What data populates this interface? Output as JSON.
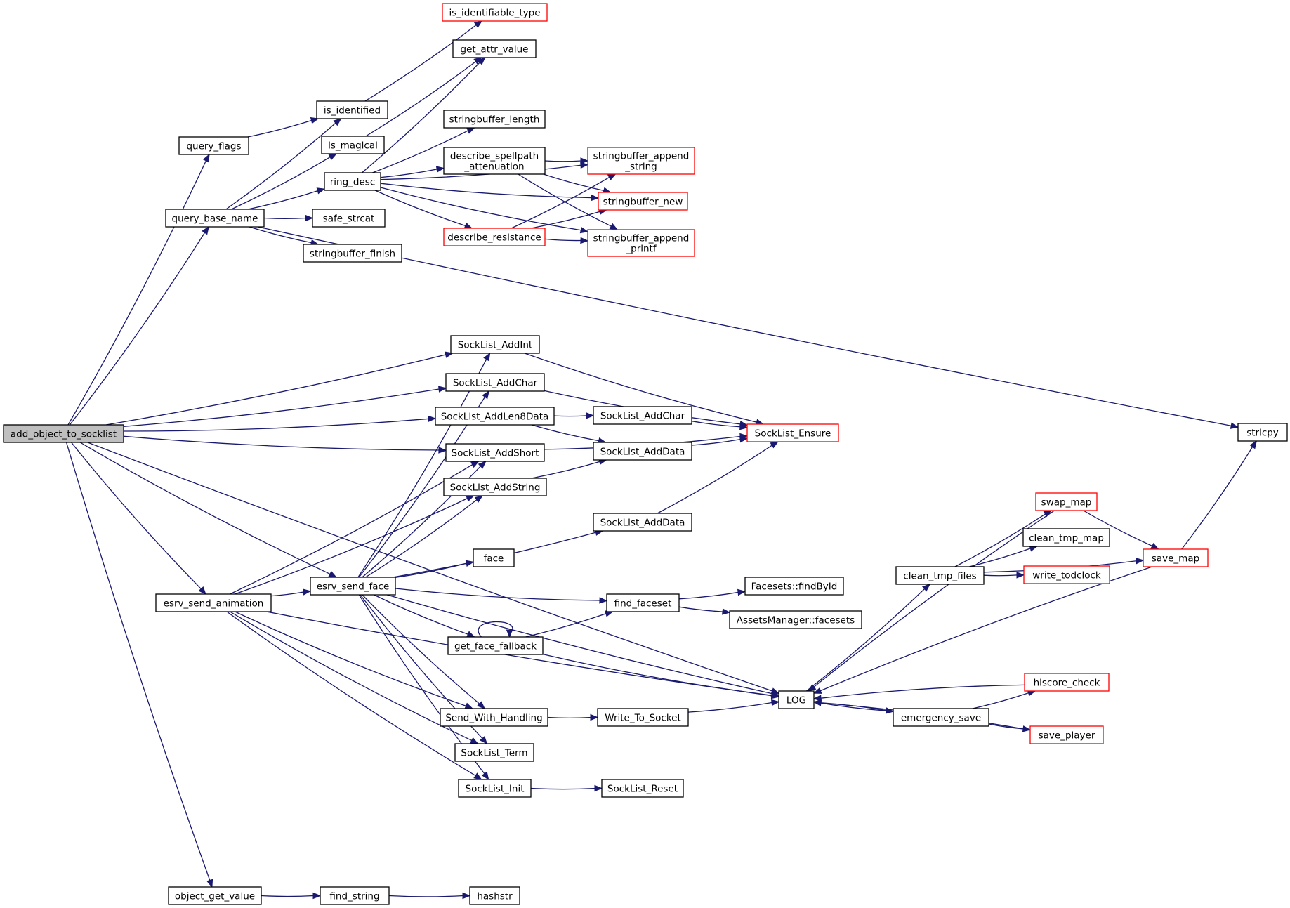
{
  "diagram": {
    "type": "call-graph",
    "nodes": [
      {
        "id": "add_object_to_socklist",
        "lines": [
          "add_object_to_socklist"
        ],
        "style": "root"
      },
      {
        "id": "query_flags",
        "lines": [
          "query_flags"
        ],
        "style": "normal"
      },
      {
        "id": "query_base_name",
        "lines": [
          "query_base_name"
        ],
        "style": "normal"
      },
      {
        "id": "esrv_send_animation",
        "lines": [
          "esrv_send_animation"
        ],
        "style": "normal"
      },
      {
        "id": "object_get_value",
        "lines": [
          "object_get_value"
        ],
        "style": "normal"
      },
      {
        "id": "is_identified",
        "lines": [
          "is_identified"
        ],
        "style": "normal"
      },
      {
        "id": "is_magical",
        "lines": [
          "is_magical"
        ],
        "style": "normal"
      },
      {
        "id": "ring_desc",
        "lines": [
          "ring_desc"
        ],
        "style": "normal"
      },
      {
        "id": "safe_strcat",
        "lines": [
          "safe_strcat"
        ],
        "style": "normal"
      },
      {
        "id": "stringbuffer_finish",
        "lines": [
          "stringbuffer_finish"
        ],
        "style": "normal"
      },
      {
        "id": "esrv_send_face",
        "lines": [
          "esrv_send_face"
        ],
        "style": "normal"
      },
      {
        "id": "find_string",
        "lines": [
          "find_string"
        ],
        "style": "normal"
      },
      {
        "id": "is_identifiable_type",
        "lines": [
          "is_identifiable_type"
        ],
        "style": "red"
      },
      {
        "id": "get_attr_value",
        "lines": [
          "get_attr_value"
        ],
        "style": "normal"
      },
      {
        "id": "stringbuffer_length",
        "lines": [
          "stringbuffer_length"
        ],
        "style": "normal"
      },
      {
        "id": "describe_spellpath_attenuation",
        "lines": [
          "describe_spellpath",
          "_attenuation"
        ],
        "style": "normal"
      },
      {
        "id": "describe_resistance",
        "lines": [
          "describe_resistance"
        ],
        "style": "red"
      },
      {
        "id": "SockList_AddInt",
        "lines": [
          "SockList_AddInt"
        ],
        "style": "normal"
      },
      {
        "id": "SockList_AddChar",
        "lines": [
          "SockList_AddChar"
        ],
        "style": "normal"
      },
      {
        "id": "SockList_AddLen8Data",
        "lines": [
          "SockList_AddLen8Data"
        ],
        "style": "normal"
      },
      {
        "id": "SockList_AddShort",
        "lines": [
          "SockList_AddShort"
        ],
        "style": "normal"
      },
      {
        "id": "SockList_AddString",
        "lines": [
          "SockList_AddString"
        ],
        "style": "normal"
      },
      {
        "id": "face",
        "lines": [
          "face"
        ],
        "style": "normal"
      },
      {
        "id": "get_face_fallback",
        "lines": [
          "get_face_fallback"
        ],
        "style": "normal"
      },
      {
        "id": "Send_With_Handling",
        "lines": [
          "Send_With_Handling"
        ],
        "style": "normal"
      },
      {
        "id": "SockList_Term",
        "lines": [
          "SockList_Term"
        ],
        "style": "normal"
      },
      {
        "id": "SockList_Init",
        "lines": [
          "SockList_Init"
        ],
        "style": "normal"
      },
      {
        "id": "hashstr",
        "lines": [
          "hashstr"
        ],
        "style": "normal"
      },
      {
        "id": "stringbuffer_append_string",
        "lines": [
          "stringbuffer_append",
          "_string"
        ],
        "style": "red"
      },
      {
        "id": "stringbuffer_new",
        "lines": [
          "stringbuffer_new"
        ],
        "style": "red"
      },
      {
        "id": "stringbuffer_append_printf",
        "lines": [
          "stringbuffer_append",
          "_printf"
        ],
        "style": "red"
      },
      {
        "id": "SockList_AddChar_2",
        "lines": [
          "SockList_AddChar"
        ],
        "style": "normal"
      },
      {
        "id": "SockList_AddData",
        "lines": [
          "SockList_AddData"
        ],
        "style": "normal"
      },
      {
        "id": "SockList_AddData_2",
        "lines": [
          "SockList_AddData"
        ],
        "style": "normal"
      },
      {
        "id": "find_faceset",
        "lines": [
          "find_faceset"
        ],
        "style": "normal"
      },
      {
        "id": "Write_To_Socket",
        "lines": [
          "Write_To_Socket"
        ],
        "style": "normal"
      },
      {
        "id": "SockList_Reset",
        "lines": [
          "SockList_Reset"
        ],
        "style": "normal"
      },
      {
        "id": "SockList_Ensure",
        "lines": [
          "SockList_Ensure"
        ],
        "style": "red"
      },
      {
        "id": "Facesets_findById",
        "lines": [
          "Facesets::findById"
        ],
        "style": "normal"
      },
      {
        "id": "AssetsManager_facesets",
        "lines": [
          "AssetsManager::facesets"
        ],
        "style": "normal"
      },
      {
        "id": "LOG",
        "lines": [
          "LOG"
        ],
        "style": "normal"
      },
      {
        "id": "clean_tmp_files",
        "lines": [
          "clean_tmp_files"
        ],
        "style": "normal"
      },
      {
        "id": "emergency_save",
        "lines": [
          "emergency_save"
        ],
        "style": "normal"
      },
      {
        "id": "swap_map",
        "lines": [
          "swap_map"
        ],
        "style": "red"
      },
      {
        "id": "clean_tmp_map",
        "lines": [
          "clean_tmp_map"
        ],
        "style": "normal"
      },
      {
        "id": "write_todclock",
        "lines": [
          "write_todclock"
        ],
        "style": "red"
      },
      {
        "id": "hiscore_check",
        "lines": [
          "hiscore_check"
        ],
        "style": "red"
      },
      {
        "id": "save_player",
        "lines": [
          "save_player"
        ],
        "style": "red"
      },
      {
        "id": "save_map",
        "lines": [
          "save_map"
        ],
        "style": "red"
      },
      {
        "id": "strlcpy",
        "lines": [
          "strlcpy"
        ],
        "style": "normal"
      }
    ],
    "edges": [
      {
        "from": "add_object_to_socklist",
        "to": "query_flags"
      },
      {
        "from": "add_object_to_socklist",
        "to": "query_base_name"
      },
      {
        "from": "add_object_to_socklist",
        "to": "SockList_AddInt"
      },
      {
        "from": "add_object_to_socklist",
        "to": "SockList_AddChar"
      },
      {
        "from": "add_object_to_socklist",
        "to": "SockList_AddLen8Data"
      },
      {
        "from": "add_object_to_socklist",
        "to": "SockList_AddShort"
      },
      {
        "from": "add_object_to_socklist",
        "to": "esrv_send_face"
      },
      {
        "from": "add_object_to_socklist",
        "to": "esrv_send_animation"
      },
      {
        "from": "add_object_to_socklist",
        "to": "LOG"
      },
      {
        "from": "add_object_to_socklist",
        "to": "object_get_value"
      },
      {
        "from": "query_flags",
        "to": "is_identified"
      },
      {
        "from": "query_base_name",
        "to": "is_identified"
      },
      {
        "from": "query_base_name",
        "to": "is_magical"
      },
      {
        "from": "query_base_name",
        "to": "ring_desc"
      },
      {
        "from": "query_base_name",
        "to": "safe_strcat"
      },
      {
        "from": "query_base_name",
        "to": "stringbuffer_finish"
      },
      {
        "from": "query_base_name",
        "to": "strlcpy"
      },
      {
        "from": "is_identified",
        "to": "is_identifiable_type"
      },
      {
        "from": "is_magical",
        "to": "get_attr_value"
      },
      {
        "from": "ring_desc",
        "to": "get_attr_value"
      },
      {
        "from": "ring_desc",
        "to": "stringbuffer_length"
      },
      {
        "from": "ring_desc",
        "to": "describe_spellpath_attenuation"
      },
      {
        "from": "ring_desc",
        "to": "stringbuffer_append_string"
      },
      {
        "from": "ring_desc",
        "to": "stringbuffer_new"
      },
      {
        "from": "ring_desc",
        "to": "describe_resistance"
      },
      {
        "from": "ring_desc",
        "to": "stringbuffer_append_printf"
      },
      {
        "from": "describe_spellpath_attenuation",
        "to": "stringbuffer_append_string"
      },
      {
        "from": "describe_spellpath_attenuation",
        "to": "stringbuffer_new"
      },
      {
        "from": "describe_spellpath_attenuation",
        "to": "stringbuffer_append_printf"
      },
      {
        "from": "describe_resistance",
        "to": "stringbuffer_append_string"
      },
      {
        "from": "describe_resistance",
        "to": "stringbuffer_new"
      },
      {
        "from": "describe_resistance",
        "to": "stringbuffer_append_printf"
      },
      {
        "from": "SockList_AddInt",
        "to": "SockList_Ensure"
      },
      {
        "from": "SockList_AddChar",
        "to": "SockList_Ensure"
      },
      {
        "from": "SockList_AddLen8Data",
        "to": "SockList_AddChar_2"
      },
      {
        "from": "SockList_AddLen8Data",
        "to": "SockList_AddData"
      },
      {
        "from": "SockList_AddChar_2",
        "to": "SockList_Ensure"
      },
      {
        "from": "SockList_AddData",
        "to": "SockList_Ensure"
      },
      {
        "from": "SockList_AddShort",
        "to": "SockList_Ensure"
      },
      {
        "from": "SockList_AddString",
        "to": "SockList_AddData"
      },
      {
        "from": "SockList_AddData_2",
        "to": "SockList_Ensure"
      },
      {
        "from": "esrv_send_animation",
        "to": "SockList_AddShort"
      },
      {
        "from": "esrv_send_animation",
        "to": "SockList_AddString"
      },
      {
        "from": "esrv_send_animation",
        "to": "esrv_send_face"
      },
      {
        "from": "esrv_send_animation",
        "to": "Send_With_Handling"
      },
      {
        "from": "esrv_send_animation",
        "to": "SockList_Term"
      },
      {
        "from": "esrv_send_animation",
        "to": "SockList_Init"
      },
      {
        "from": "esrv_send_animation",
        "to": "LOG"
      },
      {
        "from": "esrv_send_face",
        "to": "SockList_AddInt"
      },
      {
        "from": "esrv_send_face",
        "to": "SockList_AddChar"
      },
      {
        "from": "esrv_send_face",
        "to": "SockList_AddShort"
      },
      {
        "from": "esrv_send_face",
        "to": "SockList_AddString"
      },
      {
        "from": "esrv_send_face",
        "to": "SockList_AddData_2"
      },
      {
        "from": "esrv_send_face",
        "to": "face"
      },
      {
        "from": "esrv_send_face",
        "to": "find_faceset"
      },
      {
        "from": "esrv_send_face",
        "to": "get_face_fallback"
      },
      {
        "from": "esrv_send_face",
        "to": "LOG"
      },
      {
        "from": "esrv_send_face",
        "to": "Send_With_Handling"
      },
      {
        "from": "esrv_send_face",
        "to": "SockList_Term"
      },
      {
        "from": "esrv_send_face",
        "to": "SockList_Init"
      },
      {
        "from": "get_face_fallback",
        "to": "get_face_fallback"
      },
      {
        "from": "get_face_fallback",
        "to": "find_faceset"
      },
      {
        "from": "get_face_fallback",
        "to": "LOG"
      },
      {
        "from": "find_faceset",
        "to": "Facesets_findById"
      },
      {
        "from": "find_faceset",
        "to": "AssetsManager_facesets"
      },
      {
        "from": "Send_With_Handling",
        "to": "Write_To_Socket"
      },
      {
        "from": "Write_To_Socket",
        "to": "LOG"
      },
      {
        "from": "SockList_Init",
        "to": "SockList_Reset"
      },
      {
        "from": "object_get_value",
        "to": "find_string"
      },
      {
        "from": "find_string",
        "to": "hashstr"
      },
      {
        "from": "LOG",
        "to": "clean_tmp_files"
      },
      {
        "from": "LOG",
        "to": "emergency_save"
      },
      {
        "from": "clean_tmp_files",
        "to": "swap_map"
      },
      {
        "from": "clean_tmp_files",
        "to": "clean_tmp_map"
      },
      {
        "from": "clean_tmp_files",
        "to": "write_todclock"
      },
      {
        "from": "clean_tmp_files",
        "to": "save_map"
      },
      {
        "from": "swap_map",
        "to": "LOG"
      },
      {
        "from": "swap_map",
        "to": "save_map"
      },
      {
        "from": "emergency_save",
        "to": "LOG"
      },
      {
        "from": "emergency_save",
        "to": "hiscore_check"
      },
      {
        "from": "emergency_save",
        "to": "save_player"
      },
      {
        "from": "hiscore_check",
        "to": "LOG"
      },
      {
        "from": "save_player",
        "to": "LOG"
      },
      {
        "from": "save_map",
        "to": "LOG"
      },
      {
        "from": "save_map",
        "to": "strlcpy"
      }
    ]
  }
}
